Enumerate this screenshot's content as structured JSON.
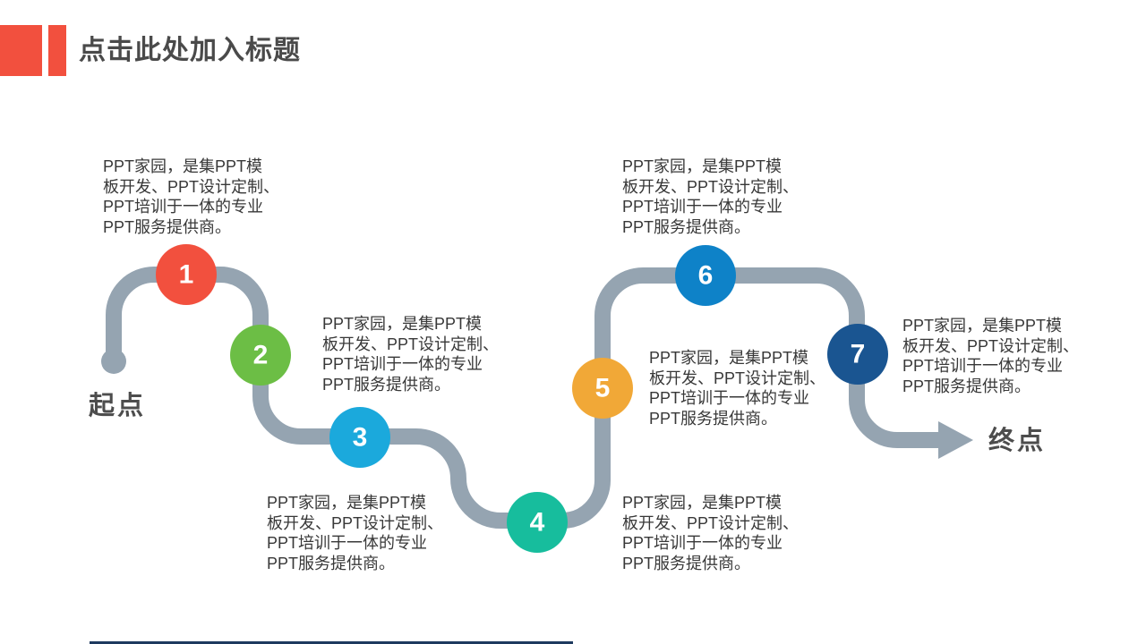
{
  "header": {
    "title": "点击此处加入标题",
    "accent_color": "#F2503E"
  },
  "diagram": {
    "start_label": "起点",
    "end_label": "终点",
    "path_color": "#95A4B1",
    "text_color": "#383838",
    "description_lines": [
      "PPT家园，是集PPT模",
      "板开发、PPT设计定制、",
      "PPT培训于一体的专业",
      "PPT服务提供商。"
    ],
    "description": "PPT家园，是集PPT模板开发、PPT设计定制、PPT培训于一体的专业PPT服务提供商。",
    "steps": [
      {
        "number": "1",
        "color": "#F2503E"
      },
      {
        "number": "2",
        "color": "#6CBE45"
      },
      {
        "number": "3",
        "color": "#1BA9DC"
      },
      {
        "number": "4",
        "color": "#17BD9D"
      },
      {
        "number": "5",
        "color": "#F1A837"
      },
      {
        "number": "6",
        "color": "#0E82C8"
      },
      {
        "number": "7",
        "color": "#1A5591"
      }
    ]
  }
}
